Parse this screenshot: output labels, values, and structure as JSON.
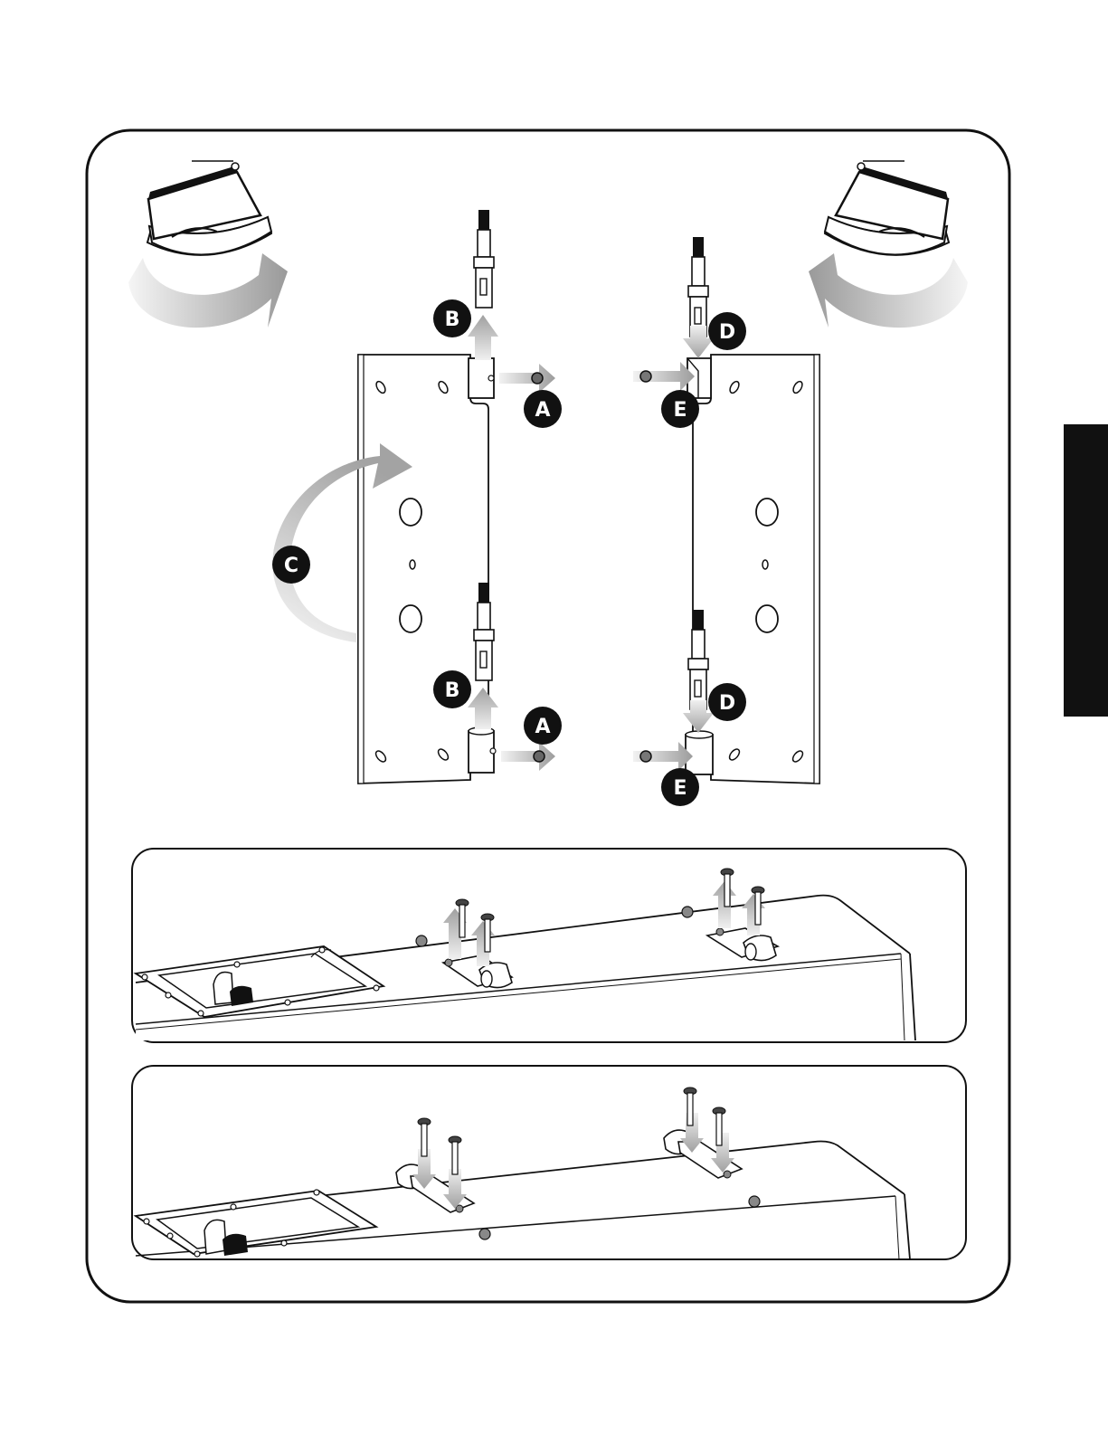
{
  "colors": {
    "ink": "#111111",
    "arrow_light": "#e6e6e6",
    "arrow_dark": "#a9a9a9",
    "paper": "#ffffff",
    "edge_tab": "#111111"
  },
  "callouts": {
    "a_top": "A",
    "a_bottom": "A",
    "b_top": "B",
    "b_bottom": "B",
    "c": "C",
    "d_top": "D",
    "d_bottom": "D",
    "e_top": "E",
    "e_bottom": "E"
  },
  "icons": {
    "callout_marker": "black-circle-letter",
    "process_arrow": "gray-gradient-arrow",
    "hinge_pin": "threaded-hinge-pin",
    "screw": "pan-head-screw"
  }
}
